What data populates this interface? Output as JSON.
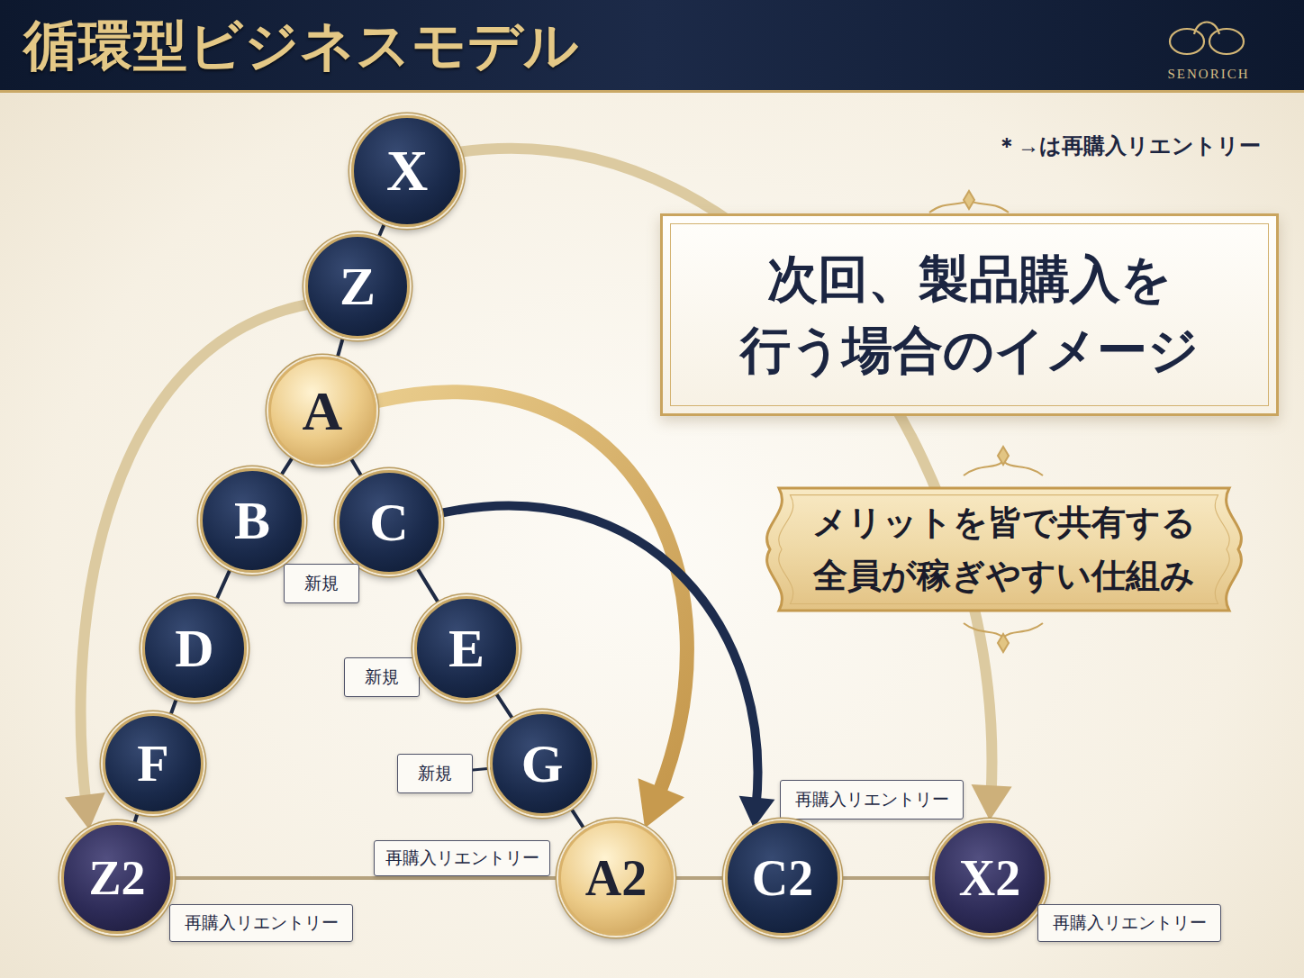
{
  "diagram": {
    "title": "循環型ビジネスモデル",
    "nodes": [
      {
        "text": [
          "X"
        ]
      },
      {
        "text": [
          "Z"
        ]
      },
      {
        "text": [
          "A"
        ]
      },
      {
        "text": [
          "B"
        ]
      },
      {
        "text": [
          "C"
        ]
      },
      {
        "text": [
          "新規"
        ]
      },
      {
        "text": [
          "D"
        ]
      },
      {
        "text": [
          "新規"
        ]
      },
      {
        "text": [
          "E"
        ]
      },
      {
        "text": [
          "F"
        ]
      },
      {
        "text": [
          "新規"
        ]
      },
      {
        "text": [
          "G"
        ]
      },
      {
        "text": [
          "再購入リエントリー"
        ]
      },
      {
        "text": [
          "Z2"
        ]
      },
      {
        "text": [
          "再購入リエントリー"
        ]
      },
      {
        "text": [
          "A2"
        ]
      },
      {
        "text": [
          "C2"
        ]
      },
      {
        "text": [
          "X2"
        ]
      },
      {
        "text": [
          "再購入リエントリー"
        ]
      },
      {
        "text": [
          "再購入リエントリー"
        ]
      },
      {
        "text": [
          "次回、製品購入を 行う場合のイメージ"
        ]
      },
      {
        "text": [
          "メリットを皆で共有する 全員が稼ぎやすい仕組み"
        ]
      }
    ],
    "edges": [
      {
        "from": 0,
        "to": 1,
        "arrow": "none"
      },
      {
        "from": 1,
        "to": 2,
        "arrow": "none"
      },
      {
        "from": 2,
        "to": 3,
        "arrow": "none"
      },
      {
        "from": 2,
        "to": 4,
        "arrow": "none"
      },
      {
        "from": 3,
        "to": 6,
        "arrow": "none"
      },
      {
        "from": 6,
        "to": 9,
        "arrow": "none"
      },
      {
        "from": 9,
        "to": 13,
        "arrow": "none"
      },
      {
        "from": 4,
        "to": 8,
        "arrow": "none"
      },
      {
        "from": 8,
        "to": 11,
        "arrow": "none"
      },
      {
        "from": 11,
        "to": 15,
        "arrow": "none"
      },
      {
        "from": 10,
        "to": 11,
        "arrow": "none"
      },
      {
        "from": 13,
        "to": 15,
        "arrow": "none"
      },
      {
        "from": 15,
        "to": 16,
        "arrow": "none"
      },
      {
        "from": 16,
        "to": 17,
        "arrow": "none"
      },
      {
        "from": 0,
        "to": 17,
        "arrow": "to"
      },
      {
        "from": 1,
        "to": 13,
        "arrow": "to"
      },
      {
        "from": 2,
        "to": 15,
        "arrow": "to"
      },
      {
        "from": 4,
        "to": 16,
        "arrow": "to"
      }
    ],
    "labels": [
      "SENORICH",
      "＊→は再購入リエントリー"
    ]
  }
}
